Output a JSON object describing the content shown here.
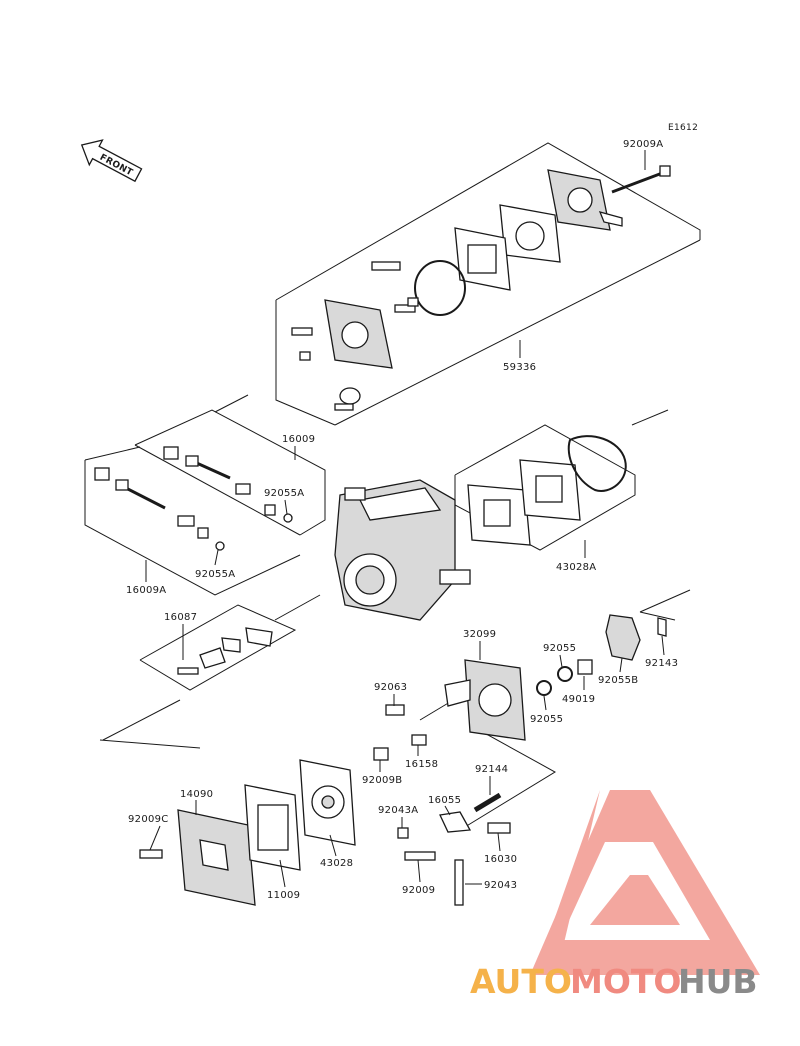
{
  "diagram": {
    "ref_code": "E1612",
    "front_label": "FRONT",
    "part_labels": [
      {
        "id": "92009A",
        "text": "92009A"
      },
      {
        "id": "59336",
        "text": "59336"
      },
      {
        "id": "16009",
        "text": "16009"
      },
      {
        "id": "92055A-upper",
        "text": "92055A"
      },
      {
        "id": "92055A-lower",
        "text": "92055A"
      },
      {
        "id": "16009A",
        "text": "16009A"
      },
      {
        "id": "43028A",
        "text": "43028A"
      },
      {
        "id": "16087",
        "text": "16087"
      },
      {
        "id": "32099",
        "text": "32099"
      },
      {
        "id": "92055-top",
        "text": "92055"
      },
      {
        "id": "92143",
        "text": "92143"
      },
      {
        "id": "92063",
        "text": "92063"
      },
      {
        "id": "49019",
        "text": "49019"
      },
      {
        "id": "92055B",
        "text": "92055B"
      },
      {
        "id": "92055-mid",
        "text": "92055"
      },
      {
        "id": "16158",
        "text": "16158"
      },
      {
        "id": "92009B",
        "text": "92009B"
      },
      {
        "id": "92144",
        "text": "92144"
      },
      {
        "id": "14090",
        "text": "14090"
      },
      {
        "id": "92043A",
        "text": "92043A"
      },
      {
        "id": "16055",
        "text": "16055"
      },
      {
        "id": "92009C",
        "text": "92009C"
      },
      {
        "id": "43028",
        "text": "43028"
      },
      {
        "id": "16030",
        "text": "16030"
      },
      {
        "id": "11009",
        "text": "11009"
      },
      {
        "id": "92009",
        "text": "92009"
      },
      {
        "id": "92043",
        "text": "92043"
      }
    ]
  },
  "watermark": {
    "part1": "AUTO",
    "part2": "MOTO",
    "part3": "HUB",
    "color1": "#f5b24a",
    "color2": "#f08a80",
    "color3": "#8a8a8a",
    "logo_color": "#f08a80"
  }
}
